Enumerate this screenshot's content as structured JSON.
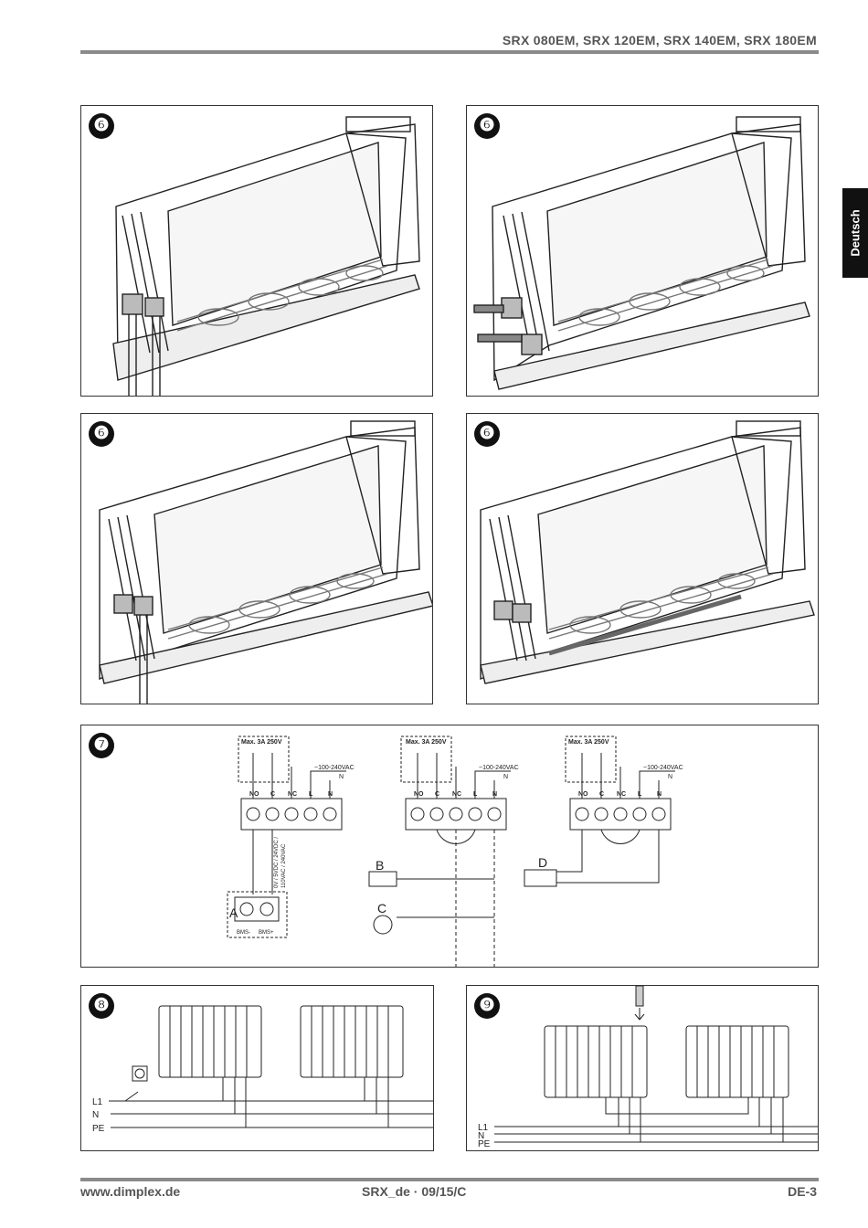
{
  "header": {
    "title": "SRX 080EM, SRX 120EM, SRX 140EM, SRX 180EM"
  },
  "language_tab": "Deutsch",
  "figures": {
    "fig6_badge": "❻",
    "fig7_badge": "❼",
    "fig8_badge": "❽",
    "fig9_badge": "❾"
  },
  "wiring": {
    "relay_rating": "Max. 3A 250V",
    "supply": "~100-240VAC",
    "terminals": [
      "NO",
      "C",
      "NC",
      "L",
      "N"
    ],
    "n_mark": "N",
    "bms_voltage": "0V / 5VDC / 24VDC /",
    "bms_voltage2": "110VAC / 240VAC",
    "label_a": "A",
    "label_b": "B",
    "label_c": "C",
    "label_d": "D",
    "bms_minus": "BMS-",
    "bms_plus": "BMS+"
  },
  "lines": {
    "l1": "L1",
    "n": "N",
    "pe": "PE"
  },
  "footer": {
    "website": "www.dimplex.de",
    "doc_code": "SRX_de · 09/15/C",
    "page": "DE-3"
  }
}
